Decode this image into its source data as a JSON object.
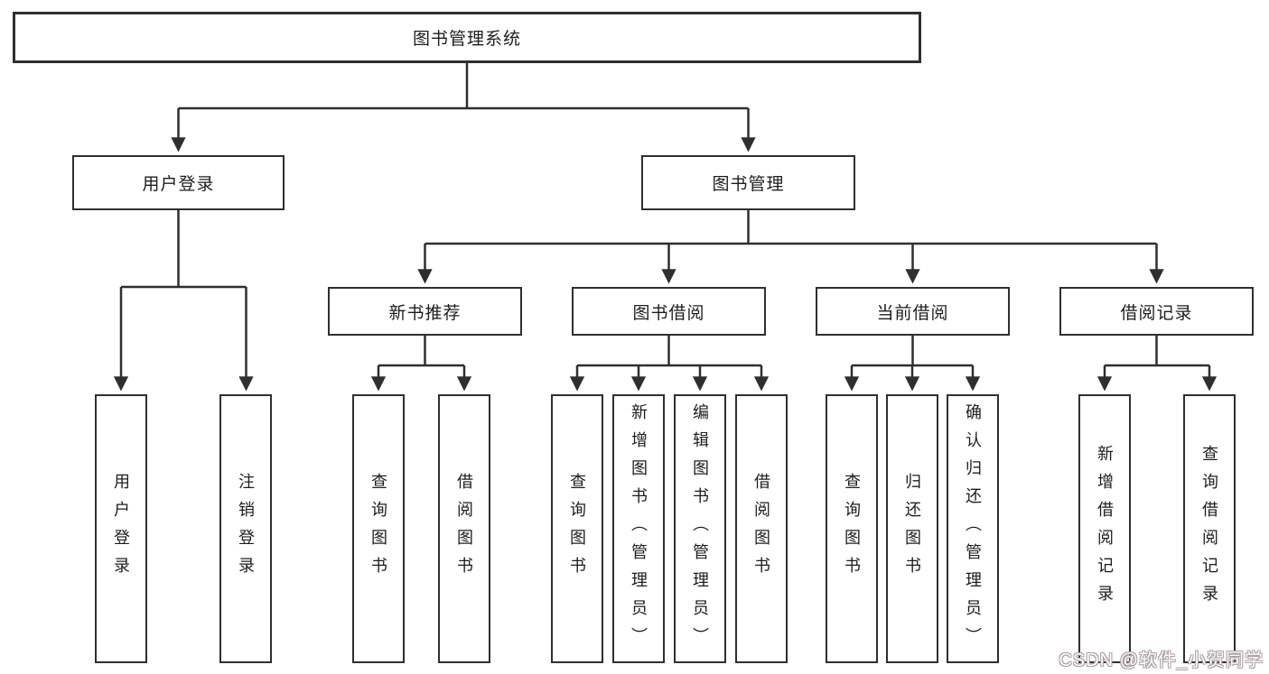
{
  "diagram": {
    "root": {
      "label": "图书管理系统",
      "children": [
        {
          "label": "用户登录",
          "children": [
            {
              "label": "用户登录"
            },
            {
              "label": "注销登录"
            }
          ]
        },
        {
          "label": "图书管理",
          "children": [
            {
              "label": "新书推荐",
              "children": [
                {
                  "label": "查询图书"
                },
                {
                  "label": "借阅图书"
                }
              ]
            },
            {
              "label": "图书借阅",
              "children": [
                {
                  "label": "查询图书"
                },
                {
                  "label": "新增图书（管理员）"
                },
                {
                  "label": "编辑图书（管理员）"
                },
                {
                  "label": "借阅图书"
                }
              ]
            },
            {
              "label": "当前借阅",
              "children": [
                {
                  "label": "查询图书"
                },
                {
                  "label": "归还图书"
                },
                {
                  "label": "确认归还（管理员）"
                }
              ]
            },
            {
              "label": "借阅记录",
              "children": [
                {
                  "label": "新增借阅记录"
                },
                {
                  "label": "查询借阅记录"
                }
              ]
            }
          ]
        }
      ]
    }
  },
  "watermark": {
    "text": "CSDN @软件_小贺同学"
  },
  "colors": {
    "line": "#2f2f2f",
    "text": "#1d1d1d",
    "background": "#ffffff",
    "watermark_fill": "#fdfbfc",
    "watermark_outline": "#a9a0a3"
  }
}
